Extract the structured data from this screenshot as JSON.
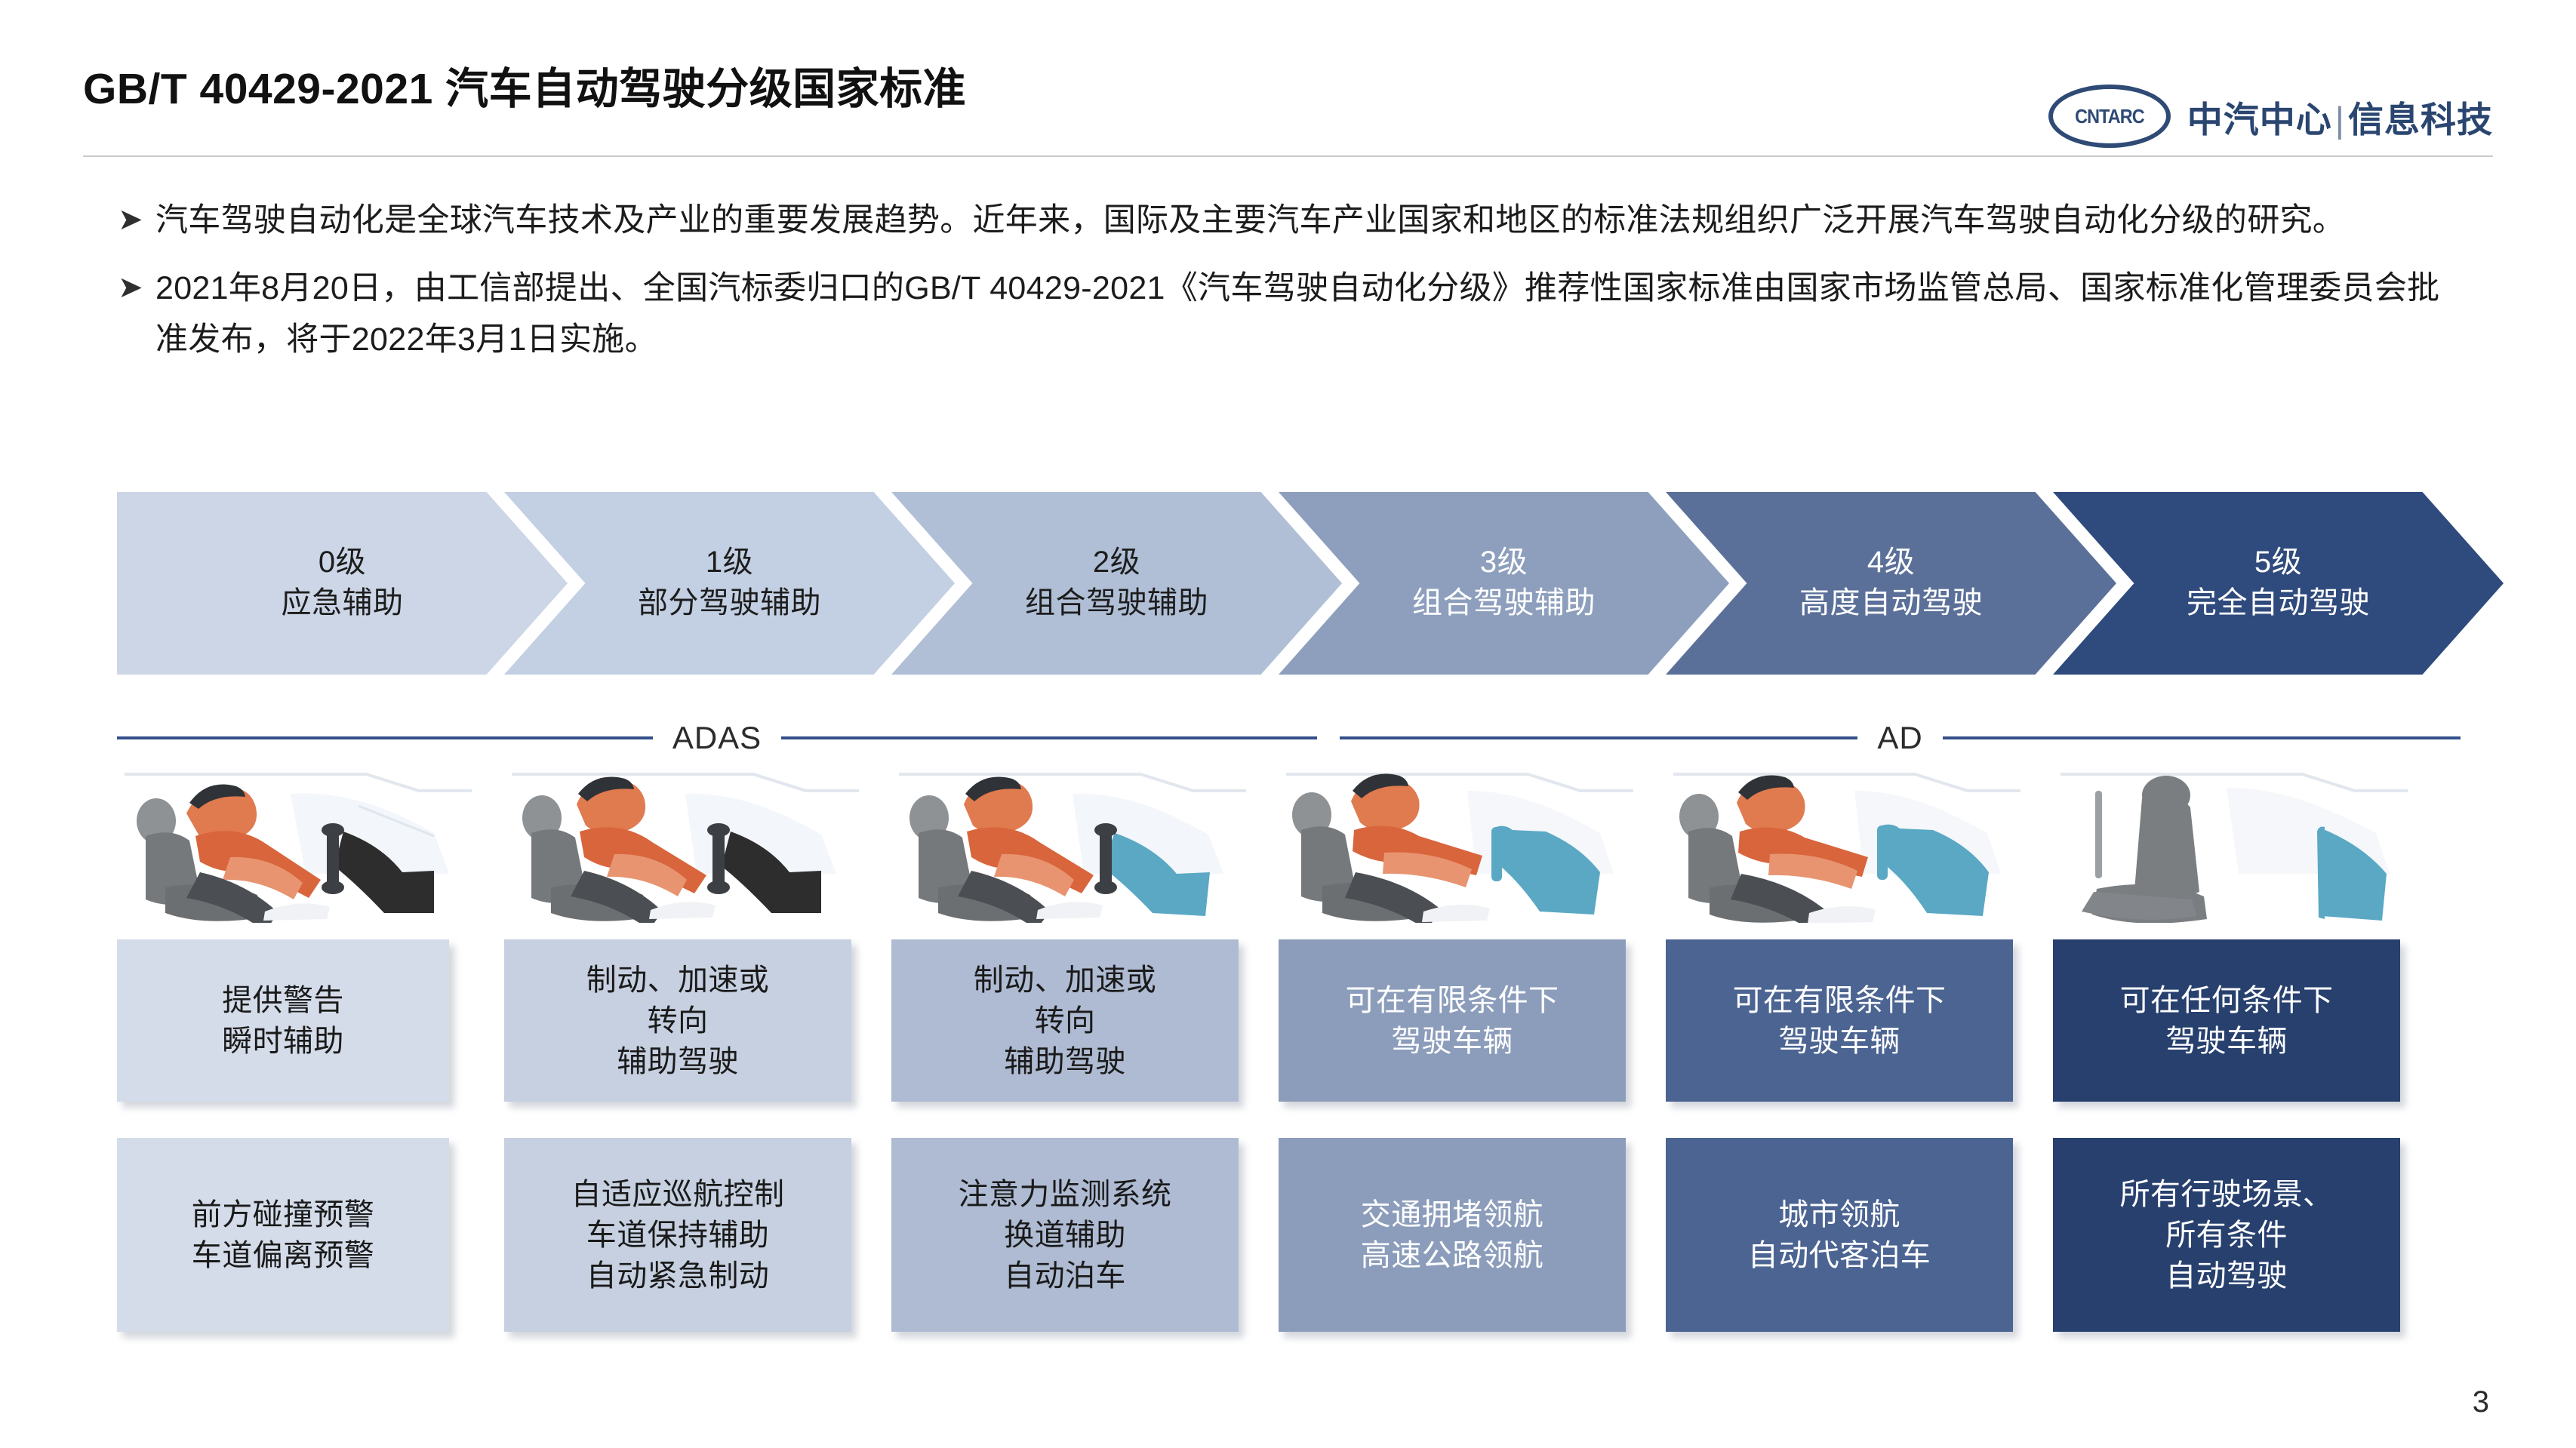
{
  "header": {
    "title": "GB/T 40429-2021 汽车自动驾驶分级国家标准",
    "logo": {
      "oval_text": "CNTARC",
      "company": "中汽中心",
      "separator": "|",
      "division": "信息科技"
    }
  },
  "bullets": [
    {
      "marker": "➤",
      "text": "汽车驾驶自动化是全球汽车技术及产业的重要发展趋势。近年来，国际及主要汽车产业国家和地区的标准法规组织广泛开展汽车驾驶自动化分级的研究。"
    },
    {
      "marker": "➤",
      "text": "2021年8月20日，由工信部提出、全国汽标委归口的GB/T 40429-2021《汽车驾驶自动化分级》推荐性国家标准由国家市场监管总局、国家标准化管理委员会批准发布，将于2022年3月1日实施。"
    }
  ],
  "levels": [
    {
      "level": "0级",
      "name": "应急辅助",
      "chevron_fill": "#ccd6e6",
      "chevron_text": "#1d1d1d"
    },
    {
      "level": "1级",
      "name": "部分驾驶辅助",
      "chevron_fill": "#c3cfe2",
      "chevron_text": "#1d1d1d"
    },
    {
      "level": "2级",
      "name": "组合驾驶辅助",
      "chevron_fill": "#b0bfd6",
      "chevron_text": "#1d1d1d"
    },
    {
      "level": "3级",
      "name": "组合驾驶辅助",
      "chevron_fill": "#8d9fbd",
      "chevron_text": "#ffffff"
    },
    {
      "level": "4级",
      "name": "高度自动驾驶",
      "chevron_fill": "#5b7099",
      "chevron_text": "#ffffff"
    },
    {
      "level": "5级",
      "name": "完全自动驾驶",
      "chevron_fill": "#2f4a7c",
      "chevron_text": "#ffffff"
    }
  ],
  "divider": {
    "adas_label": "ADAS",
    "ad_label": "AD",
    "line_color": "#34508a"
  },
  "illustrations": [
    {
      "name": "driver-hands-on-wheel-leaning",
      "has_driver": true,
      "hands_on_wheel": true,
      "dash_color": "#3b3b3b"
    },
    {
      "name": "driver-hands-on-wheel",
      "has_driver": true,
      "hands_on_wheel": true,
      "dash_color": "#3b3b3b"
    },
    {
      "name": "driver-hands-on-wheel-assist",
      "has_driver": true,
      "hands_on_wheel": true,
      "dash_color": "#5aa8c4"
    },
    {
      "name": "driver-hands-off-wheel",
      "has_driver": true,
      "hands_on_wheel": false,
      "dash_color": "#5aa8c4"
    },
    {
      "name": "driver-relaxed-automated",
      "has_driver": true,
      "hands_on_wheel": false,
      "dash_color": "#5aa8c4"
    },
    {
      "name": "empty-seat-fully-automated",
      "has_driver": false,
      "hands_on_wheel": false,
      "dash_color": "#5aa8c4"
    }
  ],
  "grid": {
    "row1": [
      {
        "text": "提供警告\n瞬时辅助",
        "bg": "#d4dce9",
        "fg": "#1a1a1a"
      },
      {
        "text": "制动、加速或\n转向\n辅助驾驶",
        "bg": "#c6d0e0",
        "fg": "#1a1a1a"
      },
      {
        "text": "制动、加速或\n转向\n辅助驾驶",
        "bg": "#aebbd2",
        "fg": "#1a1a1a"
      },
      {
        "text": "可在有限条件下\n驾驶车辆",
        "bg": "#8c9dbb",
        "fg": "#ffffff"
      },
      {
        "text": "可在有限条件下\n驾驶车辆",
        "bg": "#4c6492",
        "fg": "#ffffff"
      },
      {
        "text": "可在任何条件下\n驾驶车辆",
        "bg": "#27406e",
        "fg": "#ffffff"
      }
    ],
    "row2": [
      {
        "text": "前方碰撞预警\n车道偏离预警",
        "bg": "#d4dce9",
        "fg": "#1a1a1a"
      },
      {
        "text": "自适应巡航控制\n车道保持辅助\n自动紧急制动",
        "bg": "#c6d0e0",
        "fg": "#1a1a1a"
      },
      {
        "text": "注意力监测系统\n换道辅助\n自动泊车",
        "bg": "#aebbd2",
        "fg": "#1a1a1a"
      },
      {
        "text": "交通拥堵领航\n高速公路领航",
        "bg": "#8c9dbb",
        "fg": "#ffffff"
      },
      {
        "text": "城市领航\n自动代客泊车",
        "bg": "#4c6492",
        "fg": "#ffffff"
      },
      {
        "text": "所有行驶场景、\n所有条件\n自动驾驶",
        "bg": "#27406e",
        "fg": "#ffffff"
      }
    ]
  },
  "footer": {
    "page_number": "3"
  }
}
